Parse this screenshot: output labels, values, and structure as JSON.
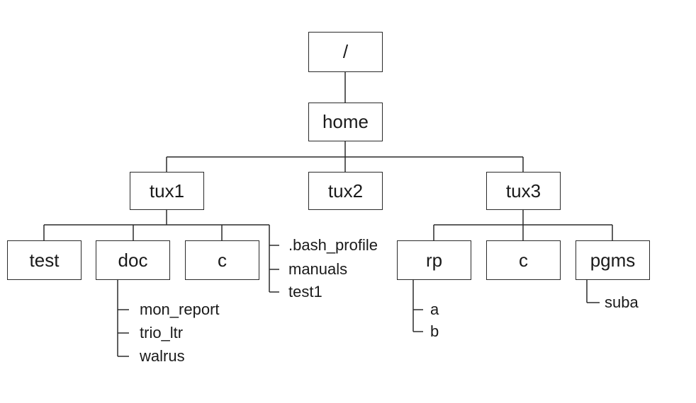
{
  "nodes": {
    "root": "/",
    "home": "home",
    "tux1": "tux1",
    "tux2": "tux2",
    "tux3": "tux3",
    "test": "test",
    "doc": "doc",
    "c1": "c",
    "rp": "rp",
    "c2": "c",
    "pgms": "pgms"
  },
  "files": {
    "tux1_files": [
      ".bash_profile",
      "manuals",
      "test1"
    ],
    "doc_files": [
      "mon_report",
      "trio_ltr",
      "walrus"
    ],
    "rp_files": [
      "a",
      "b"
    ],
    "pgms_files": [
      "suba"
    ]
  }
}
